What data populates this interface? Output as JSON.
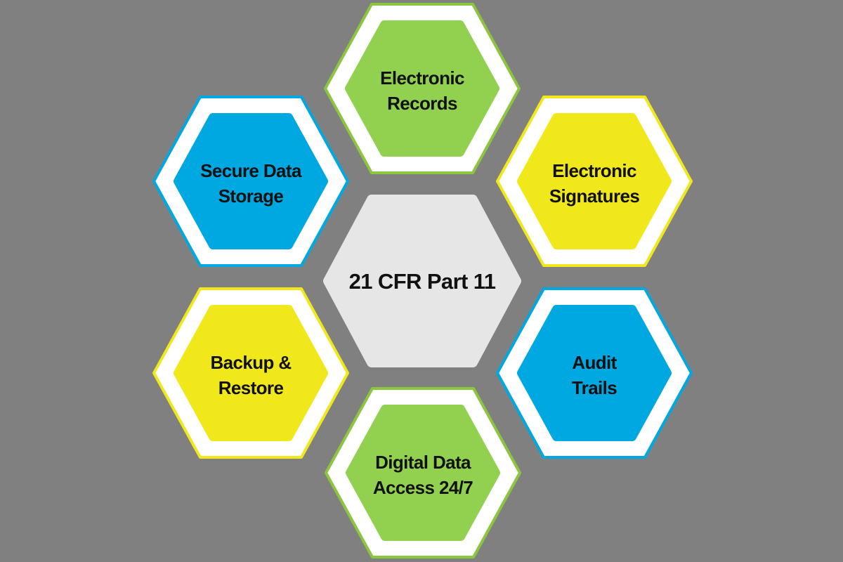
{
  "title": "21 CFR Part 11",
  "colors": {
    "background": "#808080",
    "green": "#92d050",
    "green_border": "#8cc63f",
    "blue": "#00a8e1",
    "yellow": "#f0e81a",
    "center": "#e6e6e6"
  },
  "nodes": [
    {
      "id": "electronic-records",
      "lines": [
        "Electronic",
        "Records"
      ],
      "color": "green"
    },
    {
      "id": "secure-data-storage",
      "lines": [
        "Secure Data",
        "Storage"
      ],
      "color": "blue"
    },
    {
      "id": "electronic-signatures",
      "lines": [
        "Electronic",
        "Signatures"
      ],
      "color": "yellow"
    },
    {
      "id": "backup-restore",
      "lines": [
        "Backup &",
        "Restore"
      ],
      "color": "yellow"
    },
    {
      "id": "audit-trails",
      "lines": [
        "Audit",
        "Trails"
      ],
      "color": "blue"
    },
    {
      "id": "digital-data-access",
      "lines": [
        "Digital Data",
        "Access 24/7"
      ],
      "color": "green"
    }
  ]
}
